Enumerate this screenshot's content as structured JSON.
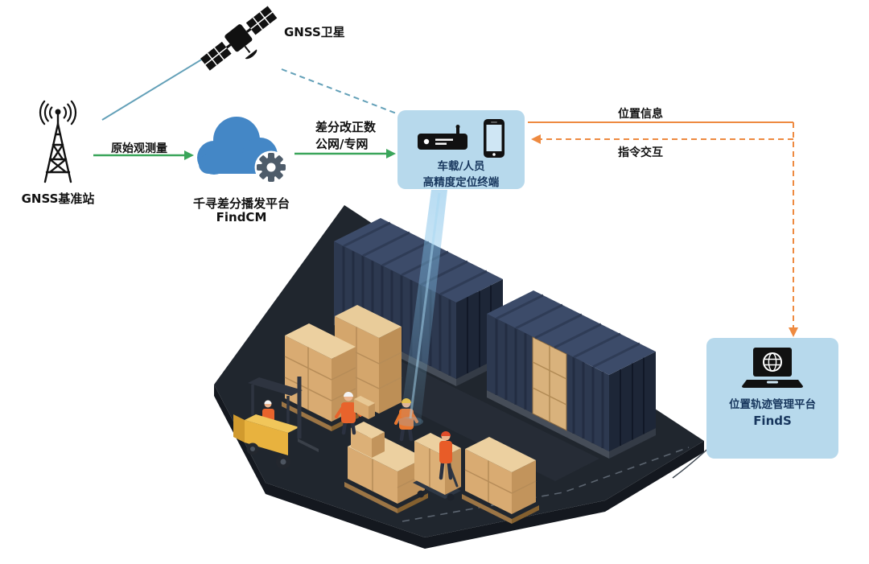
{
  "nodes": {
    "satellite": {
      "label": "GNSS卫星",
      "icon": "satellite-icon"
    },
    "base_station": {
      "label": "GNSS基准站",
      "icon": "radio-tower-icon"
    },
    "cloud_platform": {
      "name": "千寻差分播发平台",
      "product": "FindCM",
      "icon": "cloud-gear-icon"
    },
    "terminal": {
      "line1": "车载/人员",
      "line2": "高精度定位终端",
      "icons": [
        "vehicle-receiver-icon",
        "smartphone-icon"
      ]
    },
    "management_platform": {
      "name": "位置轨迹管理平台",
      "product": "FindS",
      "icon": "laptop-globe-icon"
    }
  },
  "links": {
    "satellite_to_base": {
      "style": "solid-teal-line"
    },
    "satellite_to_terminal": {
      "style": "dashed-teal-line"
    },
    "raw_observation": {
      "label": "原始观测量",
      "from": "base_station",
      "to": "cloud_platform",
      "style": "green-arrow"
    },
    "correction": {
      "label_line1": "差分改正数",
      "label_line2": "公网/专网",
      "from": "cloud_platform",
      "to": "terminal",
      "style": "green-arrow"
    },
    "position_info": {
      "label": "位置信息",
      "from": "terminal",
      "to": "management_platform",
      "style": "orange-arrow"
    },
    "command_interaction": {
      "label": "指令交互",
      "from": "management_platform",
      "to": "terminal",
      "style": "orange-dashed-arrow"
    }
  },
  "scene": {
    "content": "isometric container yard: two navy shipping containers, pallet stacks of tan crates, yellow forklift, three workers, pallet jack, blue positioning beam"
  },
  "colors": {
    "bubble_fill": "#b7d9ec",
    "bubble_text": "#17365d",
    "green_arrow": "#3aa55a",
    "orange_arrow": "#ee8a40",
    "teal_link": "#63a0b8",
    "cloud_blue": "#4487c6",
    "gear_gray": "#4e5c6a",
    "container_navy": "#2d3950",
    "platform_dark": "#20262e",
    "crate_tan": "#d9ab72",
    "forklift_yellow": "#e8b23e",
    "beam_blue": "#7fc0e8"
  }
}
